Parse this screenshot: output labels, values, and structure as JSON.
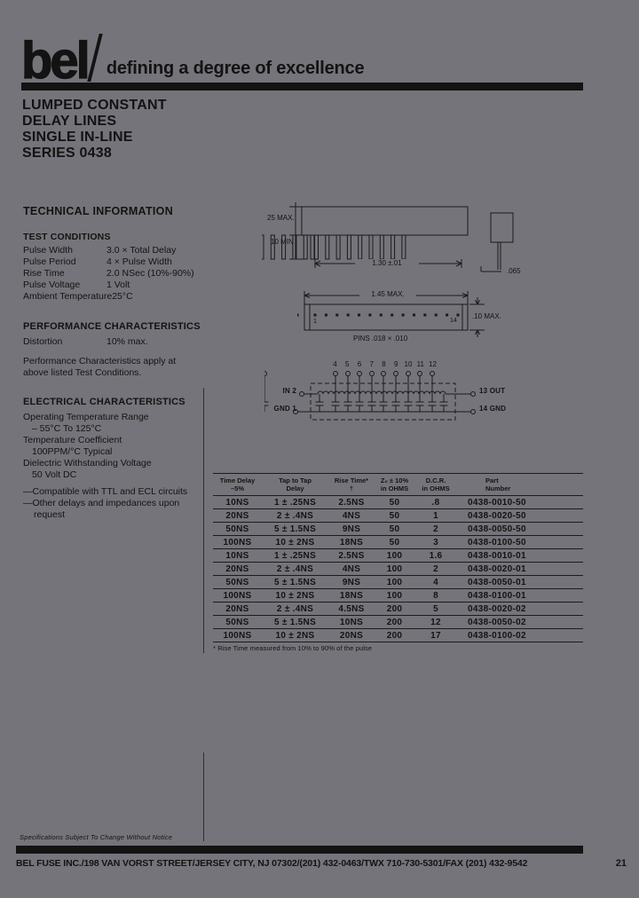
{
  "header": {
    "logo": "bel",
    "tagline": "defining a degree of excellence"
  },
  "title_lines": [
    "LUMPED CONSTANT",
    "DELAY LINES",
    "SINGLE IN-LINE",
    "SERIES 0438"
  ],
  "tech_info_heading": "TECHNICAL INFORMATION",
  "test_conditions": {
    "heading": "TEST CONDITIONS",
    "rows": [
      {
        "label": "Pulse Width",
        "value": "3.0 × Total Delay"
      },
      {
        "label": "Pulse Period",
        "value": "4 × Pulse Width"
      },
      {
        "label": "Rise Time",
        "value": "2.0 NSec (10%-90%)"
      },
      {
        "label": "Pulse Voltage",
        "value": "1 Volt"
      },
      {
        "label": "Ambient Temperature",
        "value": "25°C"
      }
    ]
  },
  "performance": {
    "heading": "PERFORMANCE CHARACTERISTICS",
    "rows": [
      {
        "label": "Distortion",
        "value": "10% max."
      }
    ],
    "note_lines": [
      "Performance Characteristics apply at",
      "above listed Test Conditions."
    ]
  },
  "electrical": {
    "heading": "ELECTRICAL CHARACTERISTICS",
    "lines": [
      {
        "text": "Operating Temperature Range",
        "indent": false
      },
      {
        "text": "– 55°C To 125°C",
        "indent": true
      },
      {
        "text": "Temperature Coefficient",
        "indent": false
      },
      {
        "text": "100PPM/°C Typical",
        "indent": true
      },
      {
        "text": "Dielectric Withstanding Voltage",
        "indent": false
      },
      {
        "text": "50 Volt DC",
        "indent": true
      }
    ],
    "bullets": [
      {
        "text": "—Compatible with TTL and ECL circuits",
        "indent": false
      },
      {
        "text": "—Other delays and impedances upon",
        "indent": false
      },
      {
        "text": "request",
        "indent": true
      }
    ]
  },
  "diagrams": {
    "side_view": {
      "dim_height": "25 MAX.",
      "dim_standoff": "10 MIN",
      "dim_width": "1.30 ±.01",
      "dim_lead": ".065"
    },
    "top_view": {
      "dim_length": "1.45 MAX.",
      "dim_width": ".10 MAX.",
      "pins_label": "PINS .018 × .010",
      "pin_first": "1",
      "pin_last": "14"
    },
    "schematic": {
      "top_pins": [
        "4",
        "5",
        "6",
        "7",
        "8",
        "9",
        "10",
        "11",
        "12"
      ],
      "in_label": "IN 2",
      "gnd_in_label": "GND 1",
      "out_label": "13 OUT",
      "gnd_out_label": "14 GND"
    }
  },
  "table": {
    "headers": [
      {
        "l1": "Time Delay",
        "l2": "–5%"
      },
      {
        "l1": "Tap to Tap",
        "l2": "Delay"
      },
      {
        "l1": "Rise Time*",
        "l2": "†"
      },
      {
        "l1": "Z₀ ± 10%",
        "l2": "in OHMS"
      },
      {
        "l1": "D.C.R.",
        "l2": "in OHMS"
      },
      {
        "l1": "Part",
        "l2": "Number"
      }
    ],
    "rows": [
      [
        "10NS",
        "1 ± .25NS",
        "2.5NS",
        "50",
        ".8",
        "0438-0010-50"
      ],
      [
        "20NS",
        "2 ± .4NS",
        "4NS",
        "50",
        "1",
        "0438-0020-50"
      ],
      [
        "50NS",
        "5 ± 1.5NS",
        "9NS",
        "50",
        "2",
        "0438-0050-50"
      ],
      [
        "100NS",
        "10 ± 2NS",
        "18NS",
        "50",
        "3",
        "0438-0100-50"
      ],
      [
        "10NS",
        "1 ± .25NS",
        "2.5NS",
        "100",
        "1.6",
        "0438-0010-01"
      ],
      [
        "20NS",
        "2 ± .4NS",
        "4NS",
        "100",
        "2",
        "0438-0020-01"
      ],
      [
        "50NS",
        "5 ± 1.5NS",
        "9NS",
        "100",
        "4",
        "0438-0050-01"
      ],
      [
        "100NS",
        "10 ± 2NS",
        "18NS",
        "100",
        "8",
        "0438-0100-01"
      ],
      [
        "20NS",
        "2 ± .4NS",
        "4.5NS",
        "200",
        "5",
        "0438-0020-02"
      ],
      [
        "50NS",
        "5 ± 1.5NS",
        "10NS",
        "200",
        "12",
        "0438-0050-02"
      ],
      [
        "100NS",
        "10 ± 2NS",
        "20NS",
        "200",
        "17",
        "0438-0100-02"
      ]
    ],
    "footnote": "* Rise Time measured from 10% to 90% of the pulse"
  },
  "footer": {
    "notice": "Specifications Subject To Change Without Notice",
    "company_line": "BEL FUSE INC./198 VAN VORST STREET/JERSEY CITY, NJ 07302/(201) 432-0463/TWX 710-730-5301/FAX (201) 432-9542",
    "page_number": "21"
  },
  "colors": {
    "background": "#75747a",
    "ink": "#131313"
  }
}
